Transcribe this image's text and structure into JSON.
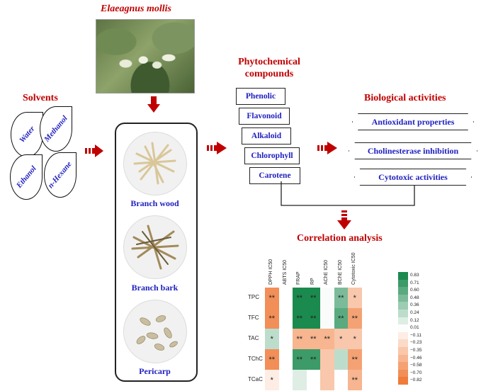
{
  "plant_title": "Elaeagnus mollis",
  "solvents": {
    "title": "Solvents",
    "items": [
      "Water",
      "Methanol",
      "Ethanol",
      "n-Hexane"
    ]
  },
  "samples": [
    {
      "label": "Branch wood"
    },
    {
      "label": "Branch bark"
    },
    {
      "label": "Pericarp"
    }
  ],
  "phytochemical": {
    "title_line1": "Phytochemical",
    "title_line2": "compounds",
    "items": [
      "Phenolic",
      "Flavonoid",
      "Alkaloid",
      "Chlorophyll",
      "Carotene"
    ]
  },
  "biological": {
    "title": "Biological activities",
    "items": [
      "Antioxidant properties",
      "Cholinesterase inhibition",
      "Cytotoxic activities"
    ]
  },
  "correlation": {
    "title": "Correlation analysis",
    "columns": [
      "DPPH IC50",
      "ABTS IC50",
      "FRAP",
      "RP",
      "AChE IC50",
      "BChE IC50",
      "Cytotoxic IC50"
    ],
    "rows": [
      "TPC",
      "TFC",
      "TAC",
      "TChC",
      "TCaC"
    ],
    "values": [
      [
        -0.7,
        0.0,
        0.83,
        0.83,
        0.02,
        0.48,
        -0.35
      ],
      [
        -0.7,
        0.0,
        0.83,
        0.83,
        0.02,
        0.6,
        -0.58
      ],
      [
        0.24,
        0.0,
        -0.46,
        -0.46,
        -0.46,
        -0.35,
        -0.35
      ],
      [
        -0.7,
        0.0,
        0.71,
        0.71,
        -0.35,
        0.24,
        -0.58
      ],
      [
        -0.11,
        0.0,
        0.12,
        0.0,
        -0.35,
        0.0,
        -0.46
      ]
    ],
    "stars": [
      [
        "**",
        "",
        "**",
        "**",
        "",
        "**",
        "*"
      ],
      [
        "**",
        "",
        "**",
        "**",
        "",
        "**",
        "**"
      ],
      [
        "*",
        "",
        "**",
        "**",
        "**",
        "*",
        "*"
      ],
      [
        "**",
        "",
        "**",
        "**",
        "",
        "",
        "**"
      ],
      [
        "*",
        "",
        "",
        "",
        "",
        "",
        "**"
      ]
    ],
    "colorbar_labels": [
      "0.83",
      "0.71",
      "0.60",
      "0.48",
      "0.36",
      "0.24",
      "0.12",
      "0.01",
      "−0.11",
      "−0.23",
      "−0.35",
      "−0.46",
      "−0.58",
      "−0.70",
      "−0.82"
    ],
    "colors": {
      "positive": "#1b8a4e",
      "negative": "#f07b3a"
    }
  }
}
